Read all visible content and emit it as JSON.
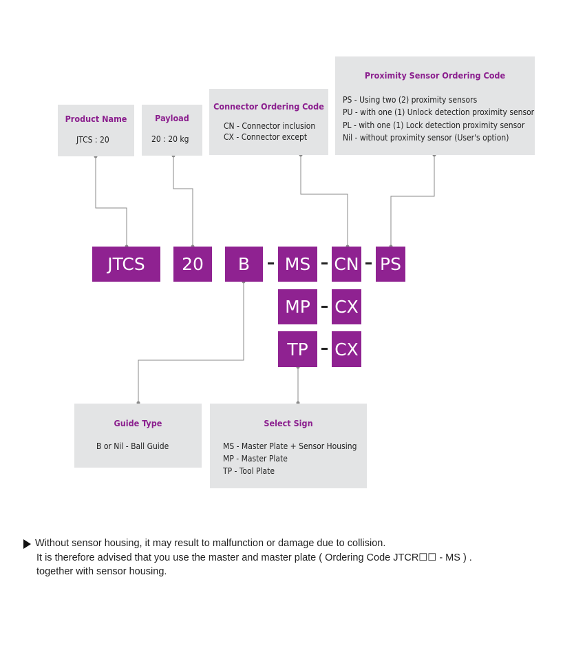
{
  "boxes": {
    "product_name": {
      "title": "Product Name",
      "lines": [
        "JTCS : 20"
      ]
    },
    "payload": {
      "title": "Payload",
      "lines": [
        "20 : 20 kg"
      ]
    },
    "connector": {
      "title": "Connector Ordering Code",
      "lines": [
        "CN - Connector inclusion",
        "CX - Connector except"
      ]
    },
    "proximity": {
      "title": "Proximity Sensor Ordering Code",
      "lines": [
        "PS - Using two (2) proximity sensors",
        "PU - with one (1) Unlock detection proximity sensor",
        "PL - with one (1) Lock detection proximity sensor",
        "Nil - without proximity sensor (User's option)"
      ]
    },
    "guide_type": {
      "title": "Guide Type",
      "lines": [
        "B or Nil - Ball Guide"
      ]
    },
    "select_sign": {
      "title": "Select Sign",
      "lines": [
        "MS - Master Plate + Sensor Housing",
        "MP - Master Plate",
        "TP - Tool Plate"
      ]
    }
  },
  "codes": {
    "jtcs": "JTCS",
    "payload": "20",
    "guide": "B",
    "ms": "MS",
    "cn": "CN",
    "ps": "PS",
    "mp": "MP",
    "cx1": "CX",
    "tp": "TP",
    "cx2": "CX"
  },
  "colors": {
    "code_bg": "#8f2291",
    "title": "#8b1f8e",
    "box_bg": "#e3e4e5",
    "line": "#888888"
  },
  "note": {
    "lines": [
      "Without sensor housing, it may result to malfunction or damage due to collision.",
      "It is therefore advised that you use the master and master plate ( Ordering Code JTCR☐☐ - MS ) .",
      "together with sensor housing."
    ]
  }
}
